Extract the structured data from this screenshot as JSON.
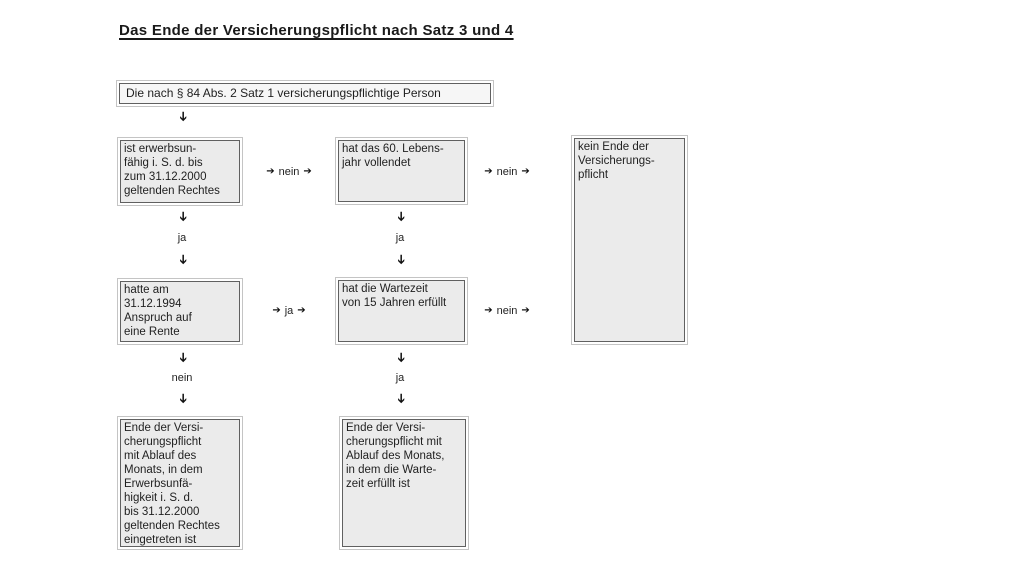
{
  "page": {
    "title": "Das Ende der Versicherungspflicht nach Satz 3 und 4"
  },
  "icons": {
    "arrow_right": "➔",
    "arrow_down": "➔"
  },
  "flow": {
    "root": {
      "text": "Die nach § 84 Abs. 2 Satz 1 versicherungspflichtige Person"
    },
    "row1": {
      "left": {
        "text": "ist erwerbsun-\nfähig i. S. d. bis\nzum 31.12.2000\ngeltenden Rechtes"
      },
      "middle": {
        "text": "hat das 60. Lebens-\njahr vollendet"
      },
      "right": {
        "text": "kein Ende der\nVersicherungs-\npflicht"
      }
    },
    "row2": {
      "left": {
        "text": "hatte am\n31.12.1994\nAnspruch auf\neine Rente"
      },
      "middle": {
        "text": "hat die Wartezeit\nvon 15 Jahren erfüllt"
      }
    },
    "row3": {
      "left": {
        "text": "Ende der Versi-\ncherungspflicht\nmit Ablauf des\nMonats, in dem\nErwerbsunfä-\nhigkeit i. S. d.\nbis 31.12.2000\ngeltenden Rechtes\neingetreten ist"
      },
      "middle": {
        "text": "Ende der Versi-\ncherungspflicht mit\nAblauf des Monats,\nin dem die Warte-\nzeit erfüllt ist"
      }
    },
    "connectors": {
      "r1_left_mid": {
        "label": "nein"
      },
      "r1_mid_right": {
        "label": "nein"
      },
      "c_left_12": {
        "label": "ja"
      },
      "c_mid_12": {
        "label": "ja"
      },
      "r2_left_mid": {
        "label": "ja"
      },
      "r2_mid_right": {
        "label": "nein"
      },
      "c_left_23": {
        "label": "nein"
      },
      "c_mid_23": {
        "label": "ja"
      }
    }
  },
  "colors": {
    "box_fill": "#ebebeb",
    "box_border": "#606060",
    "outer_line": "#c4c4c4",
    "text": "#1f1f1f"
  }
}
